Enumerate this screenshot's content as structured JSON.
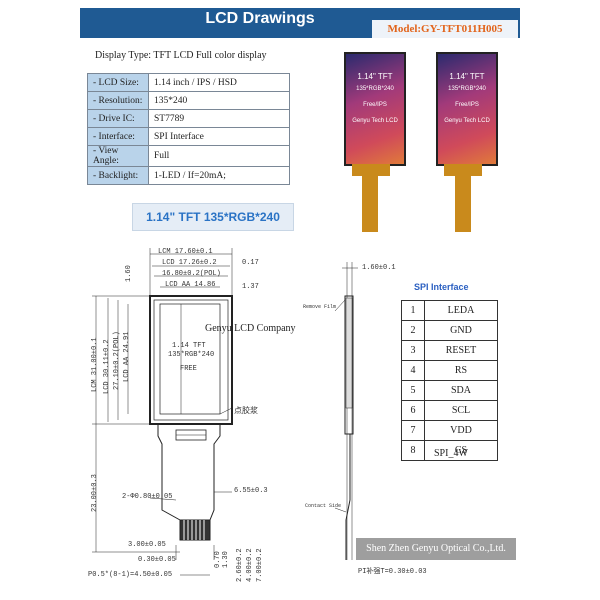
{
  "header": {
    "title": "LCD Drawings",
    "model": "Model:GY-TFT011H005"
  },
  "display_type": "Display Type: TFT LCD Full color display",
  "specs": [
    {
      "key": "- LCD Size:",
      "value": "1.14 inch  / IPS / HSD"
    },
    {
      "key": "- Resolution:",
      "value": "135*240"
    },
    {
      "key": "- Drive IC:",
      "value": "ST7789"
    },
    {
      "key": "- Interface:",
      "value": "SPI Interface"
    },
    {
      "key": "- View Angle:",
      "value": "Full"
    },
    {
      "key": "- Backlight:",
      "value": "1-LED / If=20mA;"
    }
  ],
  "photo_left": {
    "line1": "1.14\" TFT",
    "line2": "135*RGB*240",
    "line3": "Free/IPS",
    "line4": "Genyu Tech LCD"
  },
  "photo_right": {
    "line1": "1.14\" TFT",
    "line2": "135*RGB*240",
    "line3": "Free/IPS",
    "line4": "Genyu Tech LCD"
  },
  "banner": "1.14\" TFT 135*RGB*240",
  "drawing": {
    "lcm_w": "LCM 17.60±0.1",
    "lcd_w": "LCD 17.26±0.2",
    "pol_w": "16.80±0.2(POL)",
    "aa_w": "LCD AA 14.86",
    "d_017": "0.17",
    "d_137": "1.37",
    "d_160": "1.60",
    "lcm_h": "LCM 31.00±0.1",
    "lcd_h": "LCD 30.11±0.2",
    "pol_h": "27.10±0.2(POL)",
    "aa_h": "LCD AA 24.91",
    "company": "Genyu LCD Company",
    "screen_l1": "1.14 TFT",
    "screen_l2": "135*RGB*240",
    "screen_l3": "FREE",
    "dot_glue": "点胶浆",
    "fpc_len": "23.00±0.3",
    "hole": "2-Φ0.80±0.05",
    "d_655": "6.55±0.3",
    "d_300": "3.00±0.05",
    "d_030": "0.30±0.05",
    "pitch": "P0.5*(8-1)=4.50±0.05",
    "d_070": "0.70",
    "d_130": "1.30",
    "d_260": "2.60±0.2",
    "d_400": "4.00±0.2",
    "d_700": "7.00±0.2",
    "side_160": "1.60±0.1",
    "remove_film": "Remove Film",
    "contact_side": "Contact Side",
    "pi_stiff": "PI补强T=0.30±0.03"
  },
  "spi": {
    "title": "SPI Interface",
    "pins": [
      {
        "n": "1",
        "s": "LEDA"
      },
      {
        "n": "2",
        "s": "GND"
      },
      {
        "n": "3",
        "s": "RESET"
      },
      {
        "n": "4",
        "s": "RS"
      },
      {
        "n": "5",
        "s": "SDA"
      },
      {
        "n": "6",
        "s": "SCL"
      },
      {
        "n": "7",
        "s": "VDD"
      },
      {
        "n": "8",
        "s": "CS"
      }
    ],
    "mode": "SPI_4W"
  },
  "footer": "Shen Zhen Genyu Optical Co.,Ltd."
}
